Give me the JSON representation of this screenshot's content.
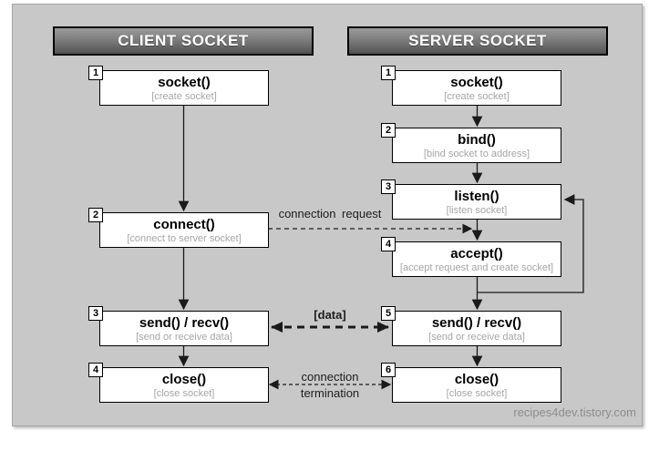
{
  "diagram": {
    "client": {
      "header": "CLIENT SOCKET",
      "steps": [
        {
          "num": "1",
          "title": "socket()",
          "subtitle": "[create socket]"
        },
        {
          "num": "2",
          "title": "connect()",
          "subtitle": "[connect to server socket]"
        },
        {
          "num": "3",
          "title": "send() / recv()",
          "subtitle": "[send or receive data]"
        },
        {
          "num": "4",
          "title": "close()",
          "subtitle": "[close socket]"
        }
      ]
    },
    "server": {
      "header": "SERVER SOCKET",
      "steps": [
        {
          "num": "1",
          "title": "socket()",
          "subtitle": "[create socket]"
        },
        {
          "num": "2",
          "title": "bind()",
          "subtitle": "[bind socket to address]"
        },
        {
          "num": "3",
          "title": "listen()",
          "subtitle": "[listen socket]"
        },
        {
          "num": "4",
          "title": "accept()",
          "subtitle": "[accept request and create socket]"
        },
        {
          "num": "5",
          "title": "send() / recv()",
          "subtitle": "[send or receive data]"
        },
        {
          "num": "6",
          "title": "close()",
          "subtitle": "[close socket]"
        }
      ]
    },
    "links": {
      "connection_request": "connection request",
      "data": "[data]",
      "termination_line1": "connection",
      "termination_line2": "termination"
    },
    "watermark": "recipes4dev.tistory.com",
    "colors": {
      "panel_bg": "#c8c8c8",
      "header_gradient_top": "#9a9a9a",
      "header_gradient_bottom": "#525252",
      "box_bg": "#ffffff",
      "box_border": "#000000",
      "subtitle_text": "#a6a6a6",
      "arrow": "#1a1a1a",
      "watermark_text": "#8d8d8d"
    }
  }
}
